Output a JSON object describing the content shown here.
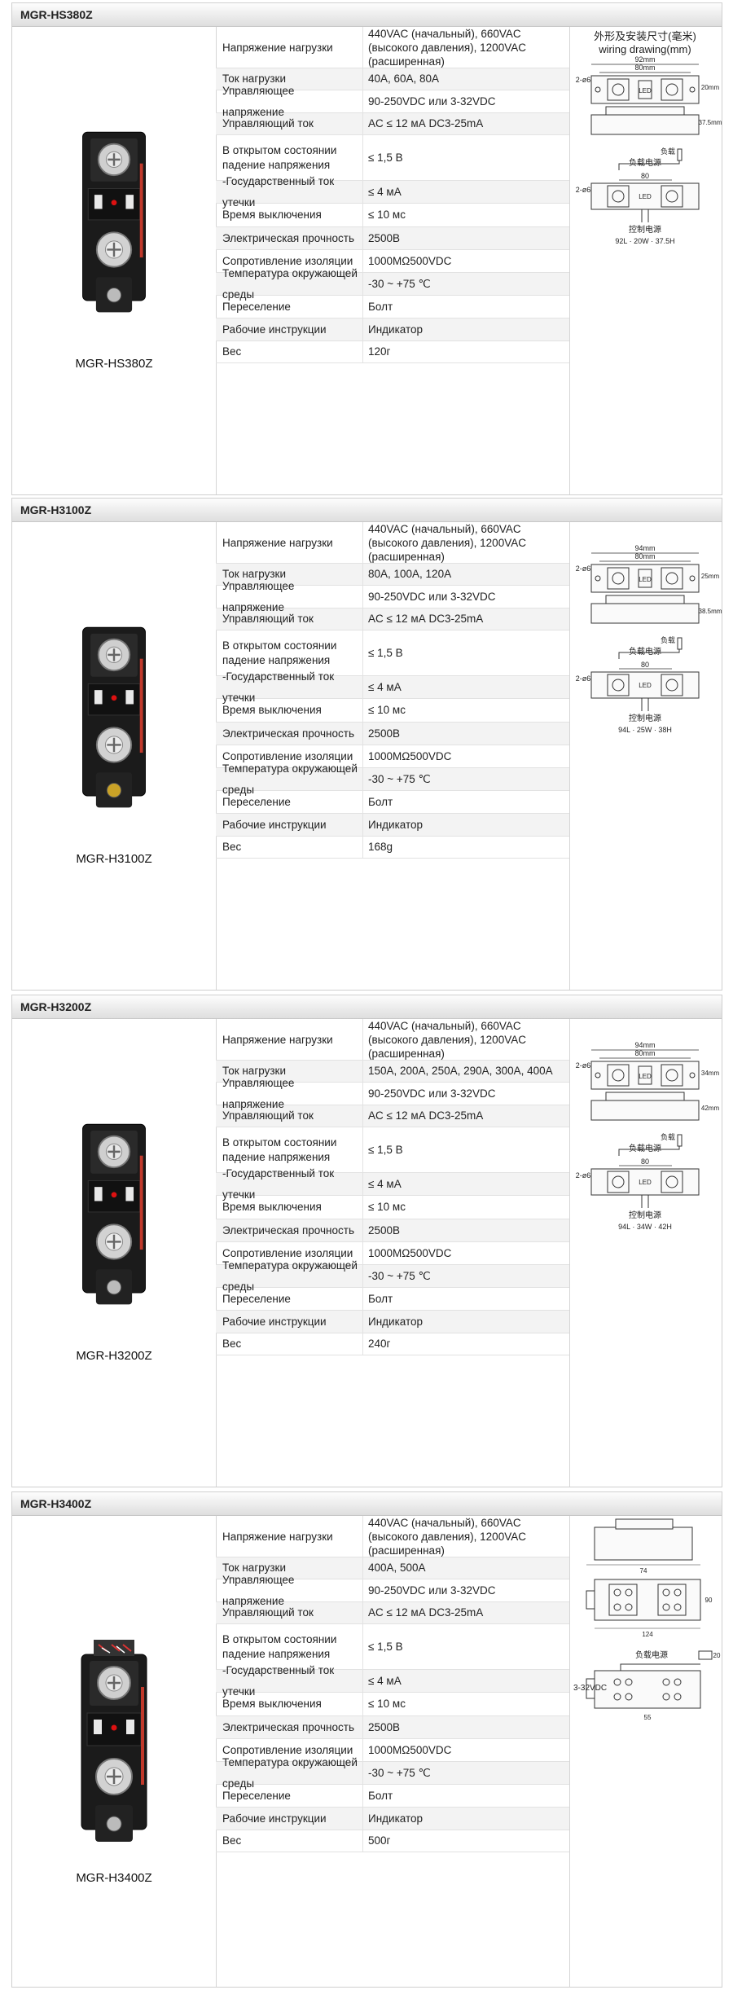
{
  "blocks": [
    {
      "model": "MGR-HS380Z",
      "caption": "MGR-HS380Z",
      "specs": [
        {
          "label": "Напряжение нагрузки",
          "value": "440VAC (начальный), 660VAC (высокого давления), 1200VAC (расширенная)"
        },
        {
          "label": "Ток нагрузки",
          "value": "40A, 60A, 80A"
        },
        {
          "label": "Управляющее напряжение",
          "value": "90-250VDC или 3-32VDC"
        },
        {
          "label": "Управляющий ток",
          "value": "AC ≤ 12 мА DC3-25mA"
        },
        {
          "label": "В открытом состоянии падение напряжения",
          "value": "≤ 1,5 В"
        },
        {
          "label": "-Государственный ток утечки",
          "value": "≤ 4 мА"
        },
        {
          "label": "Время выключения",
          "value": "≤ 10 мс"
        },
        {
          "label": "Электрическая прочность",
          "value": "2500В"
        },
        {
          "label": "Сопротивление изоляции",
          "value": "1000MΩ500VDC"
        },
        {
          "label": "Температура окружающей среды",
          "value": "-30 ~ +75 ℃"
        },
        {
          "label": "Переселение",
          "value": "Болт"
        },
        {
          "label": "Рабочие инструкции",
          "value": "Индикатор"
        },
        {
          "label": "Вес",
          "value": "120г"
        }
      ],
      "drawing": {
        "title_cn": "外形及安装尺寸(毫米)",
        "title_en": "wiring drawing(mm)",
        "outer": "92mm",
        "inner": "80mm",
        "height": "20mm",
        "depth": "37.5mm",
        "hole": "2-ø6",
        "led": "LED",
        "load_cn": "负载",
        "load_src_cn": "负载电源",
        "ctrl_cn": "控制电源",
        "mid": "80",
        "size": "92L · 20W · 37.5H"
      }
    },
    {
      "model": "MGR-H3100Z",
      "caption": "MGR-H3100Z",
      "specs": [
        {
          "label": "Напряжение нагрузки",
          "value": "440VAC (начальный), 660VAC (высокого давления), 1200VAC (расширенная)"
        },
        {
          "label": "Ток нагрузки",
          "value": "80A, 100A, 120A"
        },
        {
          "label": "Управляющее напряжение",
          "value": "90-250VDC или 3-32VDC"
        },
        {
          "label": "Управляющий ток",
          "value": "AC ≤ 12 мА DC3-25mA"
        },
        {
          "label": "В открытом состоянии падение напряжения",
          "value": "≤ 1,5 В"
        },
        {
          "label": "-Государственный ток утечки",
          "value": "≤ 4 мА"
        },
        {
          "label": "Время выключения",
          "value": "≤ 10 мс"
        },
        {
          "label": "Электрическая прочность",
          "value": "2500В"
        },
        {
          "label": "Сопротивление изоляции",
          "value": "1000MΩ500VDC"
        },
        {
          "label": "Температура окружающей среды",
          "value": "-30 ~ +75 ℃"
        },
        {
          "label": "Переселение",
          "value": "Болт"
        },
        {
          "label": "Рабочие инструкции",
          "value": "Индикатор"
        },
        {
          "label": "Вес",
          "value": "168g"
        }
      ],
      "drawing": {
        "title_cn": "",
        "title_en": "",
        "outer": "94mm",
        "inner": "80mm",
        "height": "25mm",
        "depth": "38.5mm",
        "hole": "2-ø6",
        "led": "LED",
        "load_cn": "负载",
        "load_src_cn": "负载电源",
        "ctrl_cn": "控制电源",
        "mid": "80",
        "size": "94L · 25W · 38H"
      }
    },
    {
      "model": "MGR-H3200Z",
      "caption": "MGR-H3200Z",
      "specs": [
        {
          "label": "Напряжение нагрузки",
          "value": "440VAC (начальный), 660VAC (высокого давления), 1200VAC (расширенная)"
        },
        {
          "label": "Ток нагрузки",
          "value": "150A, 200A, 250A, 290A, 300A, 400A"
        },
        {
          "label": "Управляющее напряжение",
          "value": "90-250VDC или 3-32VDC"
        },
        {
          "label": "Управляющий ток",
          "value": "AC ≤ 12 мА DC3-25mA"
        },
        {
          "label": "В открытом состоянии падение напряжения",
          "value": "≤ 1,5 В"
        },
        {
          "label": "-Государственный ток утечки",
          "value": "≤ 4 мА"
        },
        {
          "label": "Время выключения",
          "value": "≤ 10 мс"
        },
        {
          "label": "Электрическая прочность",
          "value": "2500В"
        },
        {
          "label": "Сопротивление изоляции",
          "value": "1000MΩ500VDC"
        },
        {
          "label": "Температура окружающей среды",
          "value": "-30 ~ +75 ℃"
        },
        {
          "label": "Переселение",
          "value": "Болт"
        },
        {
          "label": "Рабочие инструкции",
          "value": "Индикатор"
        },
        {
          "label": "Вес",
          "value": "240г"
        }
      ],
      "drawing": {
        "title_cn": "",
        "title_en": "",
        "outer": "94mm",
        "inner": "80mm",
        "height": "34mm",
        "depth": "42mm",
        "hole": "2-ø6",
        "led": "LED",
        "load_cn": "负载",
        "load_src_cn": "负载电源",
        "ctrl_cn": "控制电源",
        "mid": "80",
        "size": "94L · 34W · 42H"
      }
    },
    {
      "model": "MGR-H3400Z",
      "caption": "MGR-H3400Z",
      "specs": [
        {
          "label": "Напряжение нагрузки",
          "value": "440VAC (начальный), 660VAC (высокого давления), 1200VAC (расширенная)"
        },
        {
          "label": "Ток нагрузки",
          "value": "400A, 500A"
        },
        {
          "label": "Управляющее напряжение",
          "value": "90-250VDC или 3-32VDC"
        },
        {
          "label": "Управляющий ток",
          "value": "AC ≤ 12 мА DC3-25mA"
        },
        {
          "label": "В открытом состоянии падение напряжения",
          "value": "≤ 1,5 В"
        },
        {
          "label": "-Государственный ток утечки",
          "value": "≤ 4 мА"
        },
        {
          "label": "Время выключения",
          "value": "≤ 10 мс"
        },
        {
          "label": "Электрическая прочность",
          "value": "2500В"
        },
        {
          "label": "Сопротивление изоляции",
          "value": "1000MΩ500VDC"
        },
        {
          "label": "Температура окружающей среды",
          "value": "-30 ~ +75 ℃"
        },
        {
          "label": "Переселение",
          "value": "Болт"
        },
        {
          "label": "Рабочие инструкции",
          "value": "Индикатор"
        },
        {
          "label": "Вес",
          "value": "500г"
        }
      ],
      "drawing": {
        "load_src_cn": "负载电源",
        "ctrl": "3-32VDC",
        "dim_a": "74",
        "dim_b": "124",
        "dim_c": "90",
        "dim_d": "20",
        "dim_e": "55"
      }
    }
  ]
}
